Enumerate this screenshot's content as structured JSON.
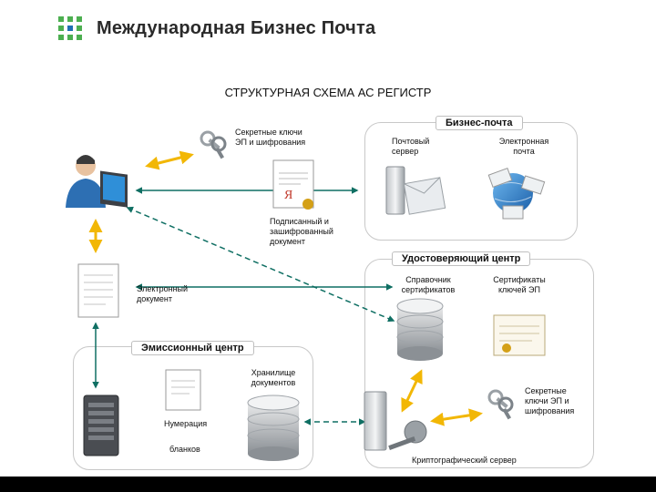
{
  "header": {
    "brand": "Международная Бизнес Почта"
  },
  "title": "СТРУКТУРНАЯ СХЕМА АС РЕГИСТР",
  "panels": {
    "business_mail": "Бизнес-почта",
    "cert_center": "Удостоверяющий центр",
    "emission_center": "Эмиссионный центр"
  },
  "labels": {
    "secret_keys_top": "Секретные ключи\nЭП и шифрования",
    "signed_doc": "Подписанный и\nзашифрованный\nдокумент",
    "mail_server": "Почтовый\nсервер",
    "email": "Электронная\nпочта",
    "e_doc": "Электронный\nдокумент",
    "cert_directory": "Справочник\nсертификатов",
    "key_certs": "Сертификаты\nключей ЭП",
    "doc_storage": "Хранилище\nдокументов",
    "secret_keys_bottom": "Секретные\nключи ЭП и\nшифрования",
    "numbering": "Нумерация",
    "blanks": "бланков",
    "crypto_server": "Криптографический сервер"
  },
  "colors": {
    "arrow_yellow": "#f2b705",
    "arrow_teal": "#0f6f63",
    "logo_green": "#4caf50",
    "logo_blue": "#1f6fb2"
  }
}
